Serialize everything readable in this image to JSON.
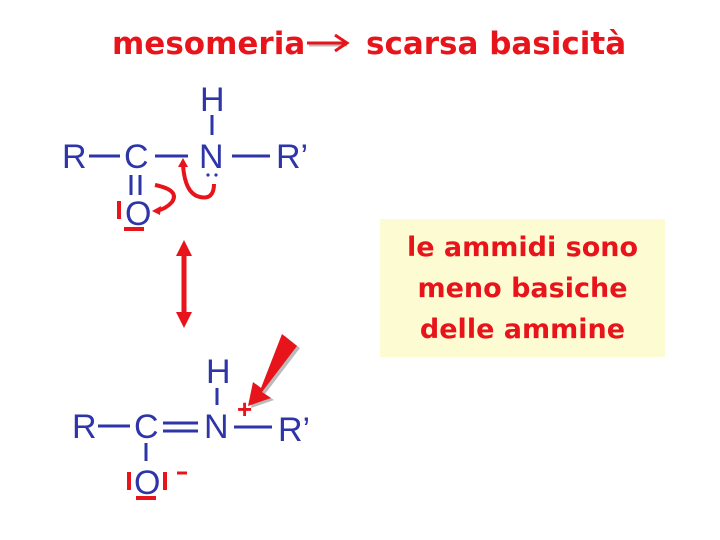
{
  "title": {
    "left": "mesomeria",
    "arrow": "→",
    "right": "scarsa basicità"
  },
  "structure_top": {
    "atoms": {
      "R": "R",
      "C": "C",
      "N": "N",
      "R_prime": "R’",
      "H": "H",
      "O": "O"
    },
    "lone_pair_on_N": "··",
    "description": "Amide: R–C(=O)–NH–R' with curved arrows showing N lone pair delocalization to C–N bond and C=O π electrons to O"
  },
  "structure_bottom": {
    "atoms": {
      "R": "R",
      "C": "C",
      "N": "N",
      "R_prime": "R’",
      "H": "H",
      "O": "O"
    },
    "charge_N": "+",
    "charge_O": "-",
    "description": "Resonance form: R–C(–O⁻)=N⁺H–R'"
  },
  "resonance_arrow": "double-headed-arrow",
  "note_box": {
    "lines": [
      "le ammidi sono",
      "meno basiche",
      "delle ammine"
    ]
  },
  "colors": {
    "atom_blue": "#2e35a8",
    "accent_red": "#e8141b",
    "note_background": "#fdfbd2"
  }
}
